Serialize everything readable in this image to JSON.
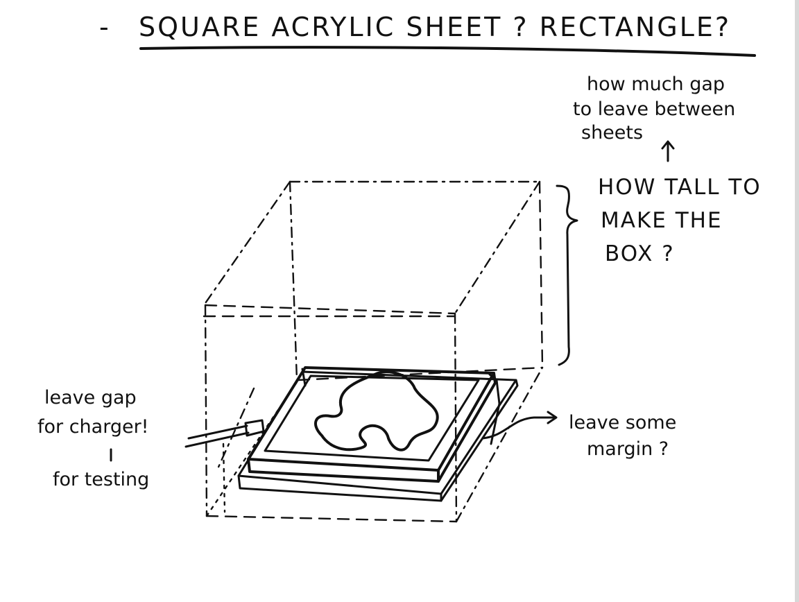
{
  "heading": {
    "prefix": "-",
    "text": "SQUARE ACRYLIC SHEET ? RECTANGLE?"
  },
  "notes": {
    "gap_q": [
      "how much gap",
      "to leave between",
      "sheets"
    ],
    "height_q": [
      "HOW TALL TO",
      "MAKE THE",
      "BOX ?"
    ],
    "charger": [
      "leave gap",
      "for charger!"
    ],
    "testing": "for testing",
    "margin": [
      "leave some",
      "margin ?"
    ]
  },
  "colors": {
    "ink": "#111111",
    "paper": "#ffffff"
  }
}
